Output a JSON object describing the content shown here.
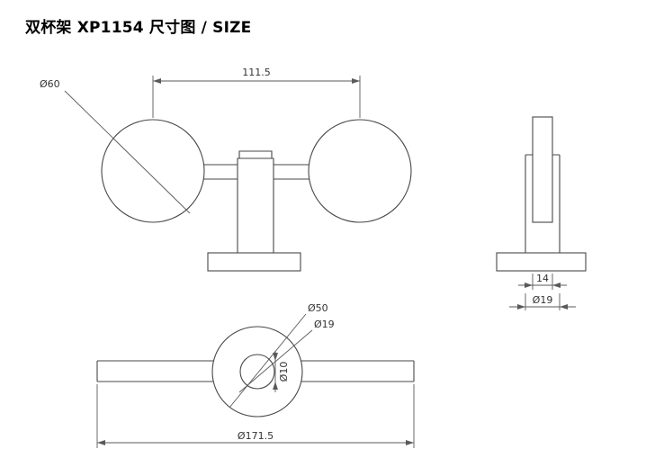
{
  "page": {
    "title": "双杯架 XP1154 尺寸图 / SIZE"
  },
  "front_view": {
    "center_distance": "111.5",
    "cup_diameter": "Ø60"
  },
  "side_view": {
    "slot_width": "14",
    "post_diameter": "Ø19"
  },
  "top_view": {
    "flange_diameter": "Ø50",
    "hub_diameter": "Ø19",
    "bar_diameter": "Ø10",
    "overall_length": "Ø171.5"
  }
}
